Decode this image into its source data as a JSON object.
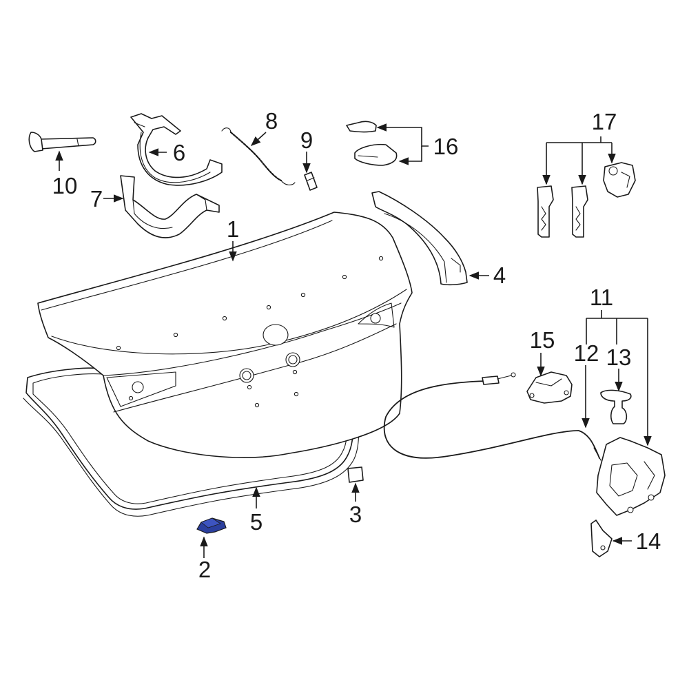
{
  "colors": {
    "line": "#1a1a1a",
    "background": "#ffffff",
    "highlight": "#2b3f9e"
  },
  "highlighted_part": "2",
  "callouts": {
    "c1": "1",
    "c2": "2",
    "c3": "3",
    "c4": "4",
    "c5": "5",
    "c6": "6",
    "c7": "7",
    "c8": "8",
    "c9": "9",
    "c10": "10",
    "c11": "11",
    "c12": "12",
    "c13": "13",
    "c14": "14",
    "c15": "15",
    "c16": "16",
    "c17": "17"
  }
}
